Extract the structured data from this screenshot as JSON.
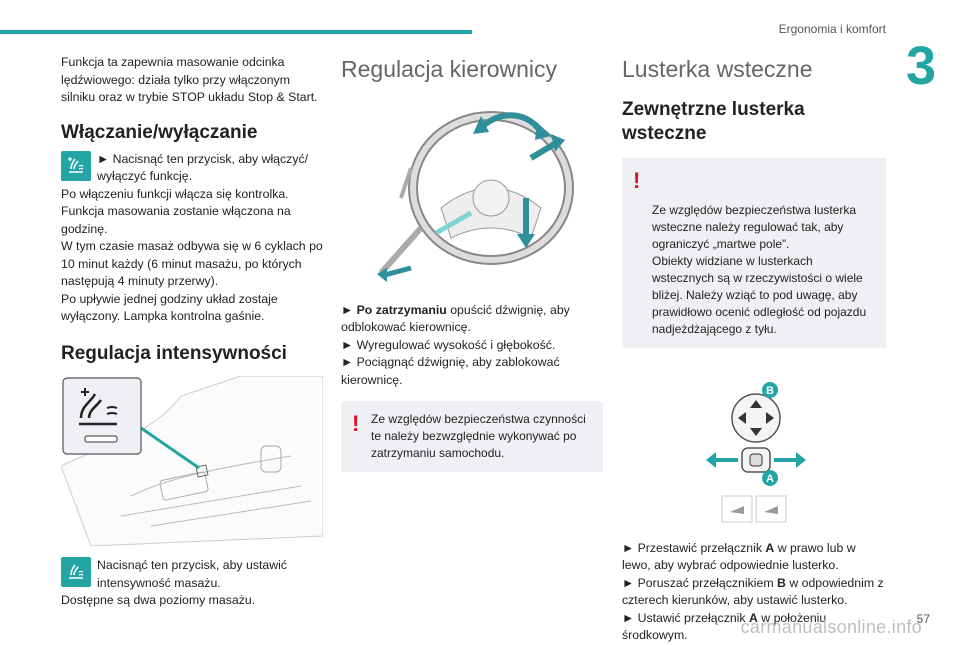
{
  "header": {
    "section": "Ergonomia i komfort",
    "chapter": "3"
  },
  "col1": {
    "intro": "Funkcja ta zapewnia masowanie odcinka lędźwiowego: działa tylko przy włączonym silniku oraz w trybie STOP układu Stop & Start.",
    "h_onoff": "Włączanie/wyłączanie",
    "onoff_step": "► Nacisnąć ten przycisk, aby włączyć/ wyłączyć funkcję.",
    "onoff_body": "Po włączeniu funkcji włącza się kontrolka.\nFunkcja masowania zostanie włączona na godzinę.\nW tym czasie masaż odbywa się w 6 cyklach po 10 minut każdy (6 minut masażu, po których następują 4 minuty przerwy).\nPo upływie jednej godziny układ zostaje wyłączony. Lampka kontrolna gaśnie.",
    "h_intensity": "Regulacja intensywności",
    "intensity_step": "Nacisnąć ten przycisk, aby ustawić intensywność masażu.",
    "intensity_body": "Dostępne są dwa poziomy masażu."
  },
  "col2": {
    "title": "Regulacja kierownicy",
    "step1_bold": "Po zatrzymaniu",
    "step1_rest": " opuścić dźwignię, aby odblokować kierownicę.",
    "step2": "► Wyregulować wysokość i głębokość.",
    "step3": "► Pociągnąć dźwignię, aby zablokować kierownicę.",
    "note": "Ze względów bezpieczeństwa czynności te należy bezwzględnie wykonywać po zatrzymaniu samochodu."
  },
  "col3": {
    "title": "Lusterka wsteczne",
    "subtitle": "Zewnętrzne lusterka wsteczne",
    "note": "Ze względów bezpieczeństwa lusterka wsteczne należy regulować tak, aby ograniczyć „martwe pole”.\nObiekty widziane w lusterkach wstecznych są w rzeczywistości o wiele bliżej. Należy wziąć to pod uwagę, aby prawidłowo ocenić odległość od pojazdu nadjeżdżającego z tyłu.",
    "label_a": "A",
    "label_b": "B",
    "s1a": "► Przestawić przełącznik ",
    "s1b": "A",
    "s1c": " w prawo lub w lewo, aby wybrać odpowiednie lusterko.",
    "s2a": "► Poruszać przełącznikiem ",
    "s2b": "B",
    "s2c": " w odpowiednim z czterech kierunków, aby ustawić lusterko.",
    "s3a": "► Ustawić przełącznik ",
    "s3b": "A",
    "s3c": " w położeniu środkowym."
  },
  "footer": {
    "page": "57",
    "watermark": "carmanualsonline.info"
  },
  "colors": {
    "accent": "#23a5a6",
    "warning": "#e0102b",
    "note_bg": "#eef0f3"
  }
}
